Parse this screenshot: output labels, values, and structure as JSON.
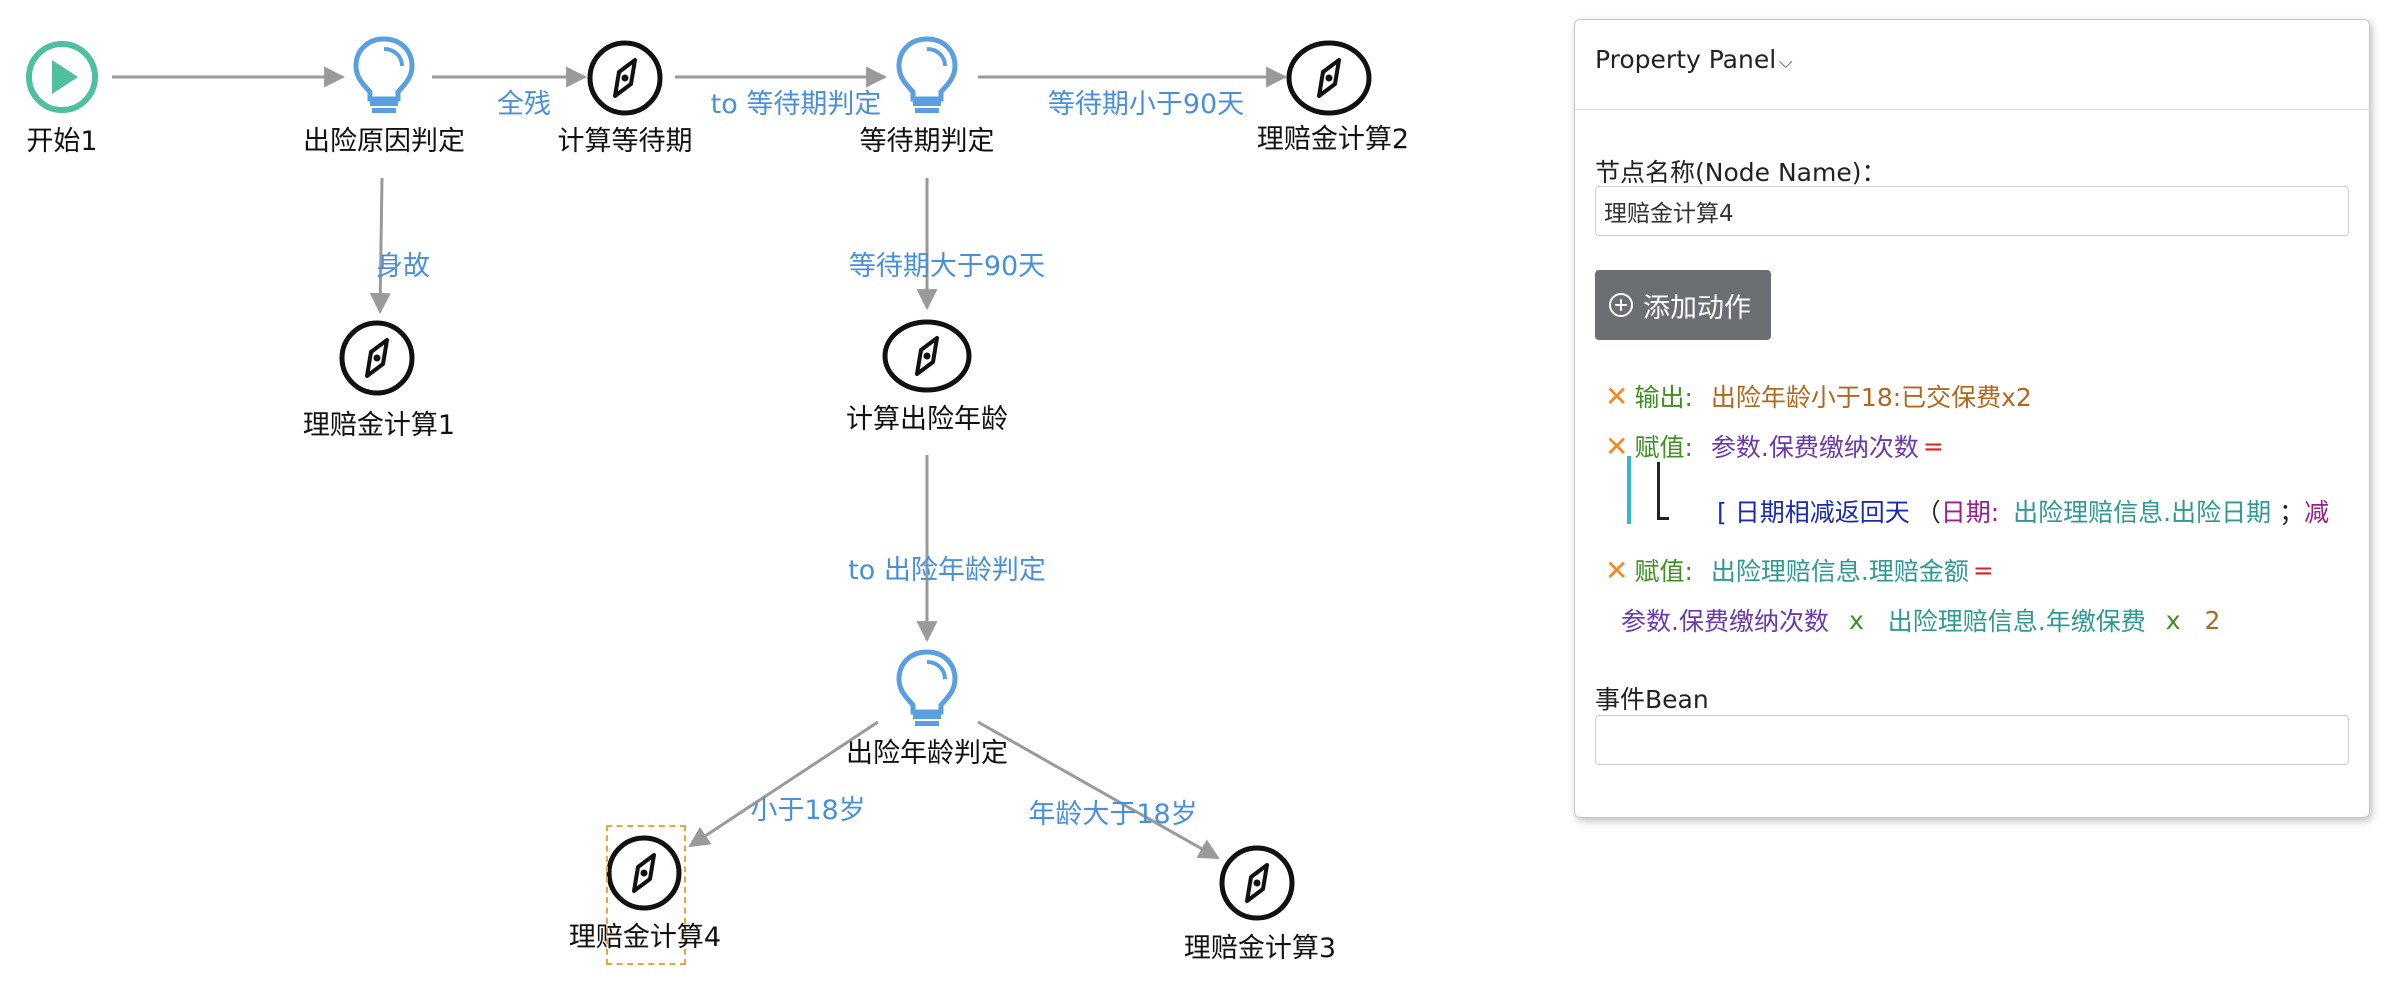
{
  "flow": {
    "nodes": {
      "start": "开始1",
      "cause_decision": "出险原因判定",
      "calc_wait": "计算等待期",
      "wait_decision": "等待期判定",
      "calc_claim2": "理赔金计算2",
      "calc_claim1": "理赔金计算1",
      "calc_age": "计算出险年龄",
      "age_decision": "出险年龄判定",
      "calc_claim4": "理赔金计算4",
      "calc_claim3": "理赔金计算3"
    },
    "edges": {
      "disability": "全残",
      "to_wait_decision": "to 等待期判定",
      "wait_lt_90": "等待期小于90天",
      "death": "身故",
      "wait_gt_90": "等待期大于90天",
      "to_age_decision": "to 出险年龄判定",
      "age_lt_18": "小于18岁",
      "age_gt_18": "年龄大于18岁"
    },
    "colors": {
      "start_green": "#4fbf9f",
      "decision_blue": "#5aa0e0",
      "edge_gray": "#9a9a9a",
      "edge_label_blue": "#4a90d9",
      "selection_orange": "#f0a23c"
    },
    "icons": {
      "start": "play-circle-icon",
      "decision": "lightbulb-icon",
      "action": "compass-icon"
    }
  },
  "panel": {
    "title": "Property Panel",
    "chevron": "⌵",
    "node_name_label": "节点名称(Node Name)：",
    "node_name_value": "理赔金计算4",
    "add_action_label": "添加动作",
    "actions": {
      "output": {
        "keyword": "输出:",
        "value": "出险年龄小于18:已交保费x2"
      },
      "assign1": {
        "keyword": "赋值:",
        "target": "参数.保费缴纳次数",
        "eq": "=",
        "func_open": "[ 日期相减返回天",
        "paren": "（",
        "param_name": "日期:",
        "param_value": "出险理赔信息.出险日期",
        "sep": "；",
        "trail": "减"
      },
      "assign2": {
        "keyword": "赋值:",
        "target": "出险理赔信息.理赔金额",
        "eq": "=",
        "operand1": "参数.保费缴纳次数",
        "op1": "x",
        "operand2": "出险理赔信息.年缴保费",
        "op2": "x",
        "operand3": "2"
      }
    },
    "delete_glyph": "✕",
    "event_bean_label": "事件Bean",
    "event_bean_value": ""
  }
}
